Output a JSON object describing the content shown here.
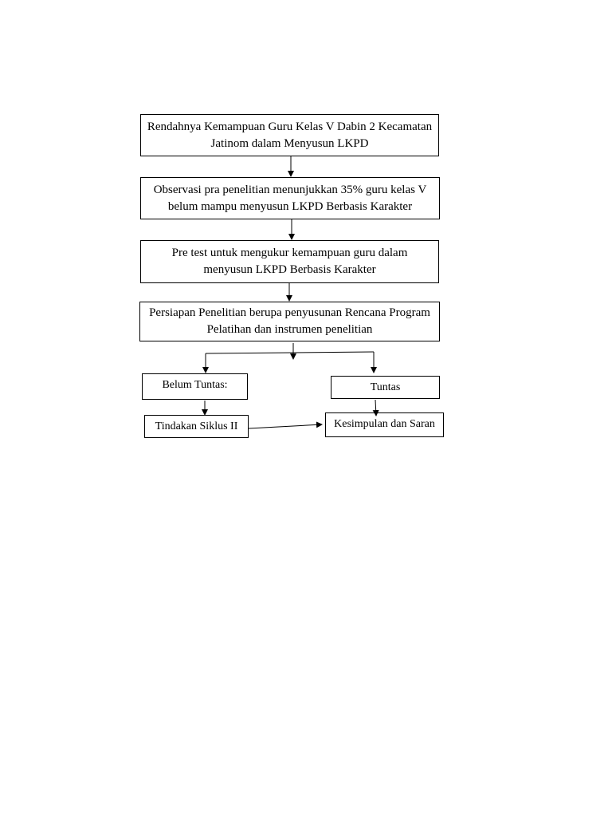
{
  "diagram": {
    "nodes": {
      "step1": "Rendahnya Kemampuan Guru Kelas V Dabin 2 Kecamatan Jatinom dalam Menyusun LKPD",
      "step2": "Observasi pra penelitian menunjukkan  35% guru kelas V belum mampu menyusun LKPD Berbasis Karakter",
      "step3": "Pre test untuk mengukur kemampuan guru dalam menyusun LKPD Berbasis Karakter",
      "step4": "Persiapan Penelitian berupa penyusunan Rencana Program Pelatihan dan instrumen penelitian",
      "belum_tuntas": "Belum Tuntas:",
      "tuntas": "Tuntas",
      "tindakan": "Tindakan Siklus II",
      "kesimpulan": "Kesimpulan dan Saran"
    },
    "edges": [
      {
        "from": "step1",
        "to": "step2"
      },
      {
        "from": "step2",
        "to": "step3"
      },
      {
        "from": "step3",
        "to": "step4"
      },
      {
        "from": "step4",
        "to": "belum_tuntas"
      },
      {
        "from": "step4",
        "to": "tuntas"
      },
      {
        "from": "belum_tuntas",
        "to": "tindakan"
      },
      {
        "from": "tuntas",
        "to": "kesimpulan"
      },
      {
        "from": "tindakan",
        "to": "kesimpulan"
      }
    ]
  }
}
